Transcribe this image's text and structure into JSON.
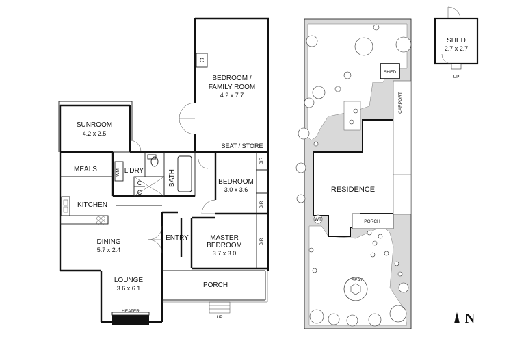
{
  "floor_plan": {
    "rooms": [
      {
        "id": "bedroom-family",
        "name_line1": "BEDROOM /",
        "name_line2": "FAMILY ROOM",
        "size": "4.2 x 7.7"
      },
      {
        "id": "sunroom",
        "name": "SUNROOM",
        "size": "4.2 x 2.5"
      },
      {
        "id": "meals",
        "name": "MEALS"
      },
      {
        "id": "laundry",
        "name": "L'DRY"
      },
      {
        "id": "wm",
        "name": "WM"
      },
      {
        "id": "bath",
        "name": "BATH"
      },
      {
        "id": "kitchen",
        "name": "KITCHEN"
      },
      {
        "id": "bedroom",
        "name": "BEDROOM",
        "size": "3.0 x 3.6"
      },
      {
        "id": "entry",
        "name": "ENTRY"
      },
      {
        "id": "master",
        "name_line1": "MASTER",
        "name_line2": "BEDROOM",
        "size": "3.7 x 3.0"
      },
      {
        "id": "dining",
        "name": "DINING",
        "size": "5.7 x 2.4"
      },
      {
        "id": "lounge",
        "name": "LOUNGE",
        "size": "3.6 x 6.1"
      },
      {
        "id": "porch",
        "name": "PORCH"
      }
    ],
    "seat_store": "SEAT / STORE",
    "bir": "BIR",
    "cupboard": "C",
    "heater": "HEATER",
    "up": "UP"
  },
  "site_plan": {
    "residence": "RESIDENCE",
    "shed": "SHED",
    "carport": "CARPORT",
    "porch": "PORCH",
    "seat": "SEAT",
    "wt": "WT"
  },
  "shed_plan": {
    "name": "SHED",
    "size": "2.7 x 2.7",
    "up": "UP"
  },
  "compass": {
    "label": "N"
  }
}
